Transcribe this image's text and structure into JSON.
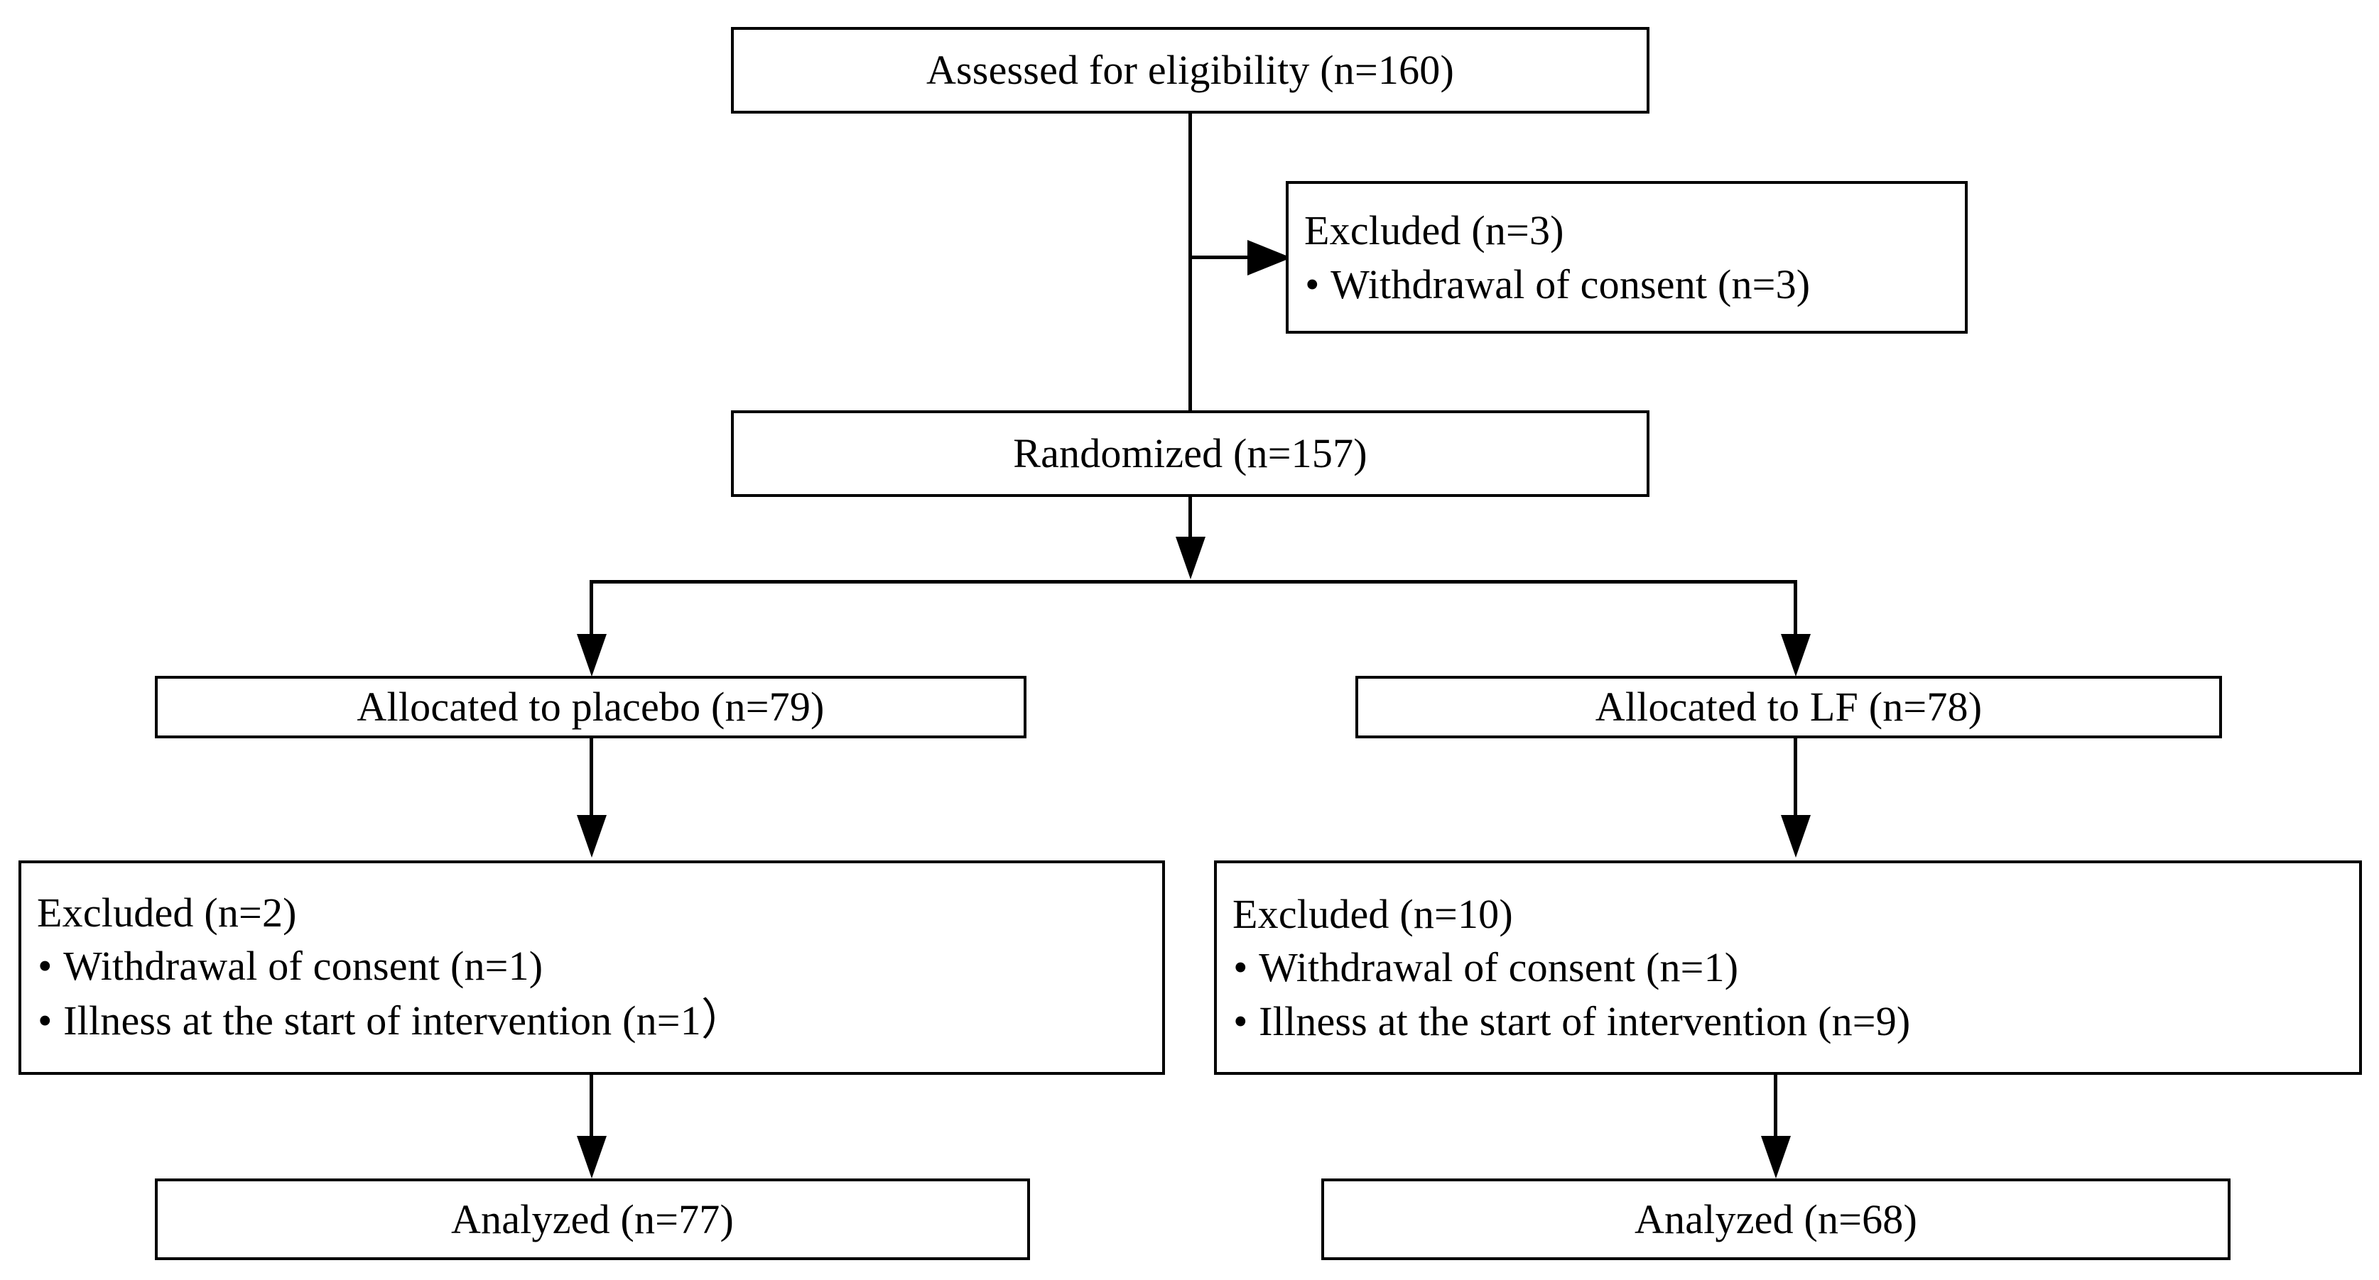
{
  "diagram": {
    "title": "CONSORT participant flow diagram",
    "type": "flowchart",
    "background_color": "#ffffff",
    "line_color": "#000000",
    "text_color": "#000000"
  },
  "nodes": {
    "assessed": {
      "label": "Assessed for eligibility (n=160)",
      "n": 160
    },
    "excluded_screening": {
      "heading": "Excluded (n=3)",
      "n": 3,
      "reasons": [
        {
          "label": "Withdrawal of consent (n=3)",
          "n": 3
        }
      ]
    },
    "randomized": {
      "label": "Randomized (n=157)",
      "n": 157
    },
    "allocated_placebo": {
      "label": "Allocated to placebo (n=79)",
      "n": 79
    },
    "allocated_lf": {
      "label": "Allocated to LF (n=78)",
      "n": 78
    },
    "excluded_placebo": {
      "heading": "Excluded (n=2)",
      "n": 2,
      "reasons": [
        {
          "label": "Withdrawal of consent (n=1)",
          "n": 1
        },
        {
          "label_prefix": "Illness at the start of intervention (n=1",
          "label_suffix": "）",
          "n": 1
        }
      ]
    },
    "excluded_lf": {
      "heading": "Excluded (n=10)",
      "n": 10,
      "reasons": [
        {
          "label": "Withdrawal of consent (n=1)",
          "n": 1
        },
        {
          "label": "Illness at the start of intervention (n=9)",
          "n": 9
        }
      ]
    },
    "analyzed_placebo": {
      "label": "Analyzed (n=77)",
      "n": 77
    },
    "analyzed_lf": {
      "label": "Analyzed (n=68)",
      "n": 68
    }
  },
  "connectors": [
    {
      "name": "assessed-to-randomized",
      "kind": "vertical-arrow"
    },
    {
      "name": "assessed-to-excluded",
      "kind": "horizontal-arrow"
    },
    {
      "name": "randomized-split",
      "kind": "split-arrow"
    },
    {
      "name": "placebo-to-excluded",
      "kind": "vertical-arrow"
    },
    {
      "name": "lf-to-excluded",
      "kind": "vertical-arrow"
    },
    {
      "name": "placebo-excluded-to-analyzed",
      "kind": "vertical-arrow"
    },
    {
      "name": "lf-excluded-to-analyzed",
      "kind": "vertical-arrow"
    }
  ]
}
